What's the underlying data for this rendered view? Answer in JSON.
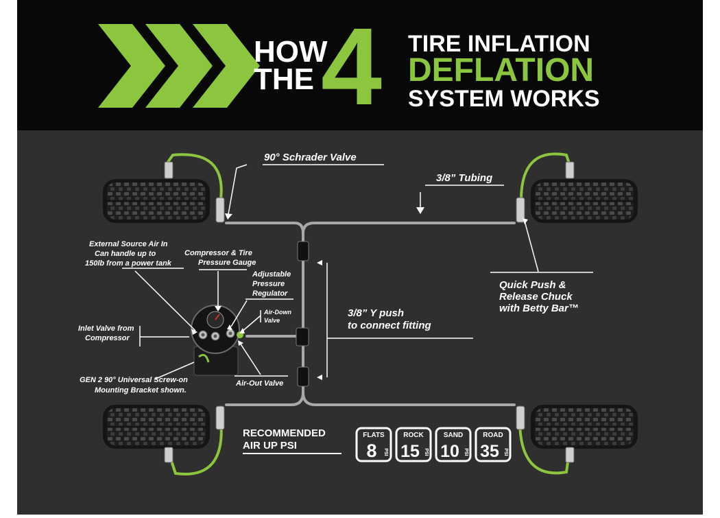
{
  "header": {
    "how": "HOW",
    "the": "THE",
    "four": "4",
    "line1": "TIRE INFLATION",
    "line2": "DEFLATION",
    "line3": "SYSTEM WORKS"
  },
  "labels": {
    "schrader": "90° Schrader Valve",
    "tubing": "3/8” Tubing",
    "external_1": "External Source Air In",
    "external_2": "Can handle up to",
    "external_3": "150lb from a power tank",
    "compressor_1": "Compressor & Tire",
    "compressor_2": "Pressure Gauge",
    "regulator_1": "Adjustable",
    "regulator_2": "Pressure",
    "regulator_3": "Regulator",
    "airdown_1": "Air-Down",
    "airdown_2": "Valve",
    "inlet_1": "Inlet Valve from",
    "inlet_2": "Compressor",
    "bracket_1": "GEN 2 90° Universal Screw-on",
    "bracket_2": "Mounting Bracket shown.",
    "airout": "Air-Out Valve",
    "ypush_1": "3/8” Y push",
    "ypush_2": "to connect fitting",
    "chuck_1": "Quick Push &",
    "chuck_2": "Release Chuck",
    "chuck_3": "with Betty Bar™"
  },
  "recommended": {
    "line1": "RECOMMENDED",
    "line2": "AIR UP PSI",
    "badges": [
      {
        "name": "FLATS",
        "value": "8",
        "unit": "PSI"
      },
      {
        "name": "ROCK",
        "value": "15",
        "unit": "PSI"
      },
      {
        "name": "SAND",
        "value": "10",
        "unit": "PSI"
      },
      {
        "name": "ROAD",
        "value": "35",
        "unit": "PSI"
      }
    ]
  },
  "colors": {
    "accent": "#8cc63f",
    "header_bg": "#080808",
    "panel_bg": "#2f2f2f",
    "tube": "#a8a8a8"
  }
}
